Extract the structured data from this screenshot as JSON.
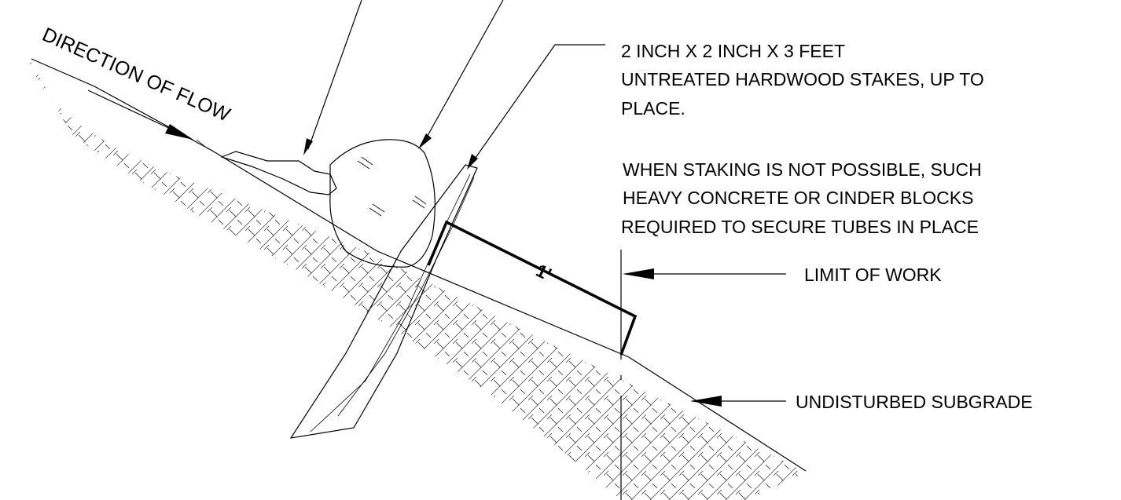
{
  "labels": {
    "direction_of_flow": "DIRECTION OF FLOW",
    "stake_line1": "2 INCH X 2 INCH X 3 FEET",
    "stake_line2": "UNTREATED HARDWOOD STAKES, UP TO",
    "stake_line3": "PLACE.",
    "when_line1": "WHEN STAKING IS NOT POSSIBLE, SUCH",
    "when_line2": "HEAVY CONCRETE OR CINDER BLOCKS",
    "when_line3": "REQUIRED TO SECURE TUBES IN PLACE",
    "limit_of_work": "LIMIT OF WORK",
    "undisturbed_subgrade": "UNDISTURBED SUBGRADE",
    "dimension_mark": "1'"
  },
  "colors": {
    "ink": "#000000",
    "paper": "#ffffff"
  }
}
